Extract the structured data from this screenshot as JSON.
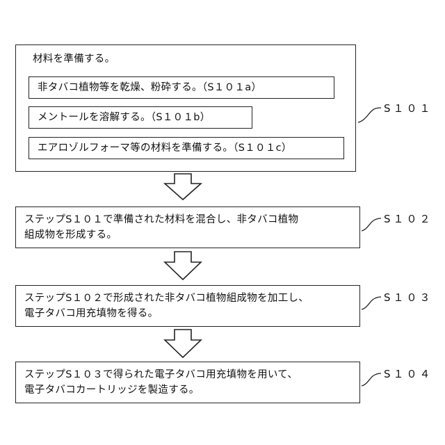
{
  "s101": {
    "heading": "材料を準備する。",
    "substeps": [
      "非タバコ植物等を乾燥、粉砕する。（S１０１a）",
      "メントールを溶解する。（S１０１b）",
      "エアロゾルフォーマ等の材料を準備する。（S１０１c）"
    ],
    "label": "S１０１"
  },
  "s102": {
    "lines": [
      "ステップS１０１で準備された材料を混合し、非タバコ植物",
      "組成物を形成する。"
    ],
    "label": "S１０２"
  },
  "s103": {
    "lines": [
      "ステップS１０２で形成された非タバコ植物組成物を加工し、",
      "電子タバコ用充填物を得る。"
    ],
    "label": "S１０３"
  },
  "s104": {
    "lines": [
      "ステップS１０３で得られた電子タバコ用充填物を用いて、",
      "電子タバコカートリッジを製造する。"
    ],
    "label": "S１０４"
  }
}
